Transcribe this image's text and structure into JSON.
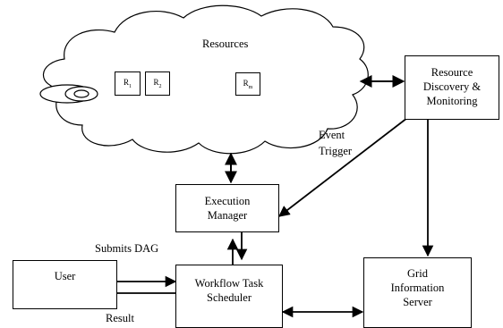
{
  "cloud": {
    "title": "Resources",
    "resources": [
      {
        "base": "R",
        "sub": "1"
      },
      {
        "base": "R",
        "sub": "2"
      },
      {
        "base": "R",
        "sub": "m"
      }
    ]
  },
  "boxes": {
    "discovery": [
      "Resource",
      "Discovery &",
      "Monitoring"
    ],
    "execution": [
      "Execution",
      "Manager"
    ],
    "scheduler": [
      "Workflow Task",
      "Scheduler"
    ],
    "user": [
      "User"
    ],
    "gis": [
      "Grid",
      "Information",
      "Server"
    ]
  },
  "labels": {
    "event_trigger": [
      "Event",
      "Trigger"
    ],
    "submits_dag": "Submits DAG",
    "result": "Result"
  }
}
